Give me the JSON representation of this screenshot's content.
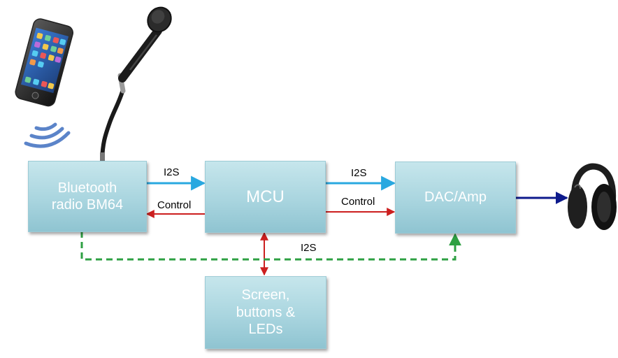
{
  "blocks": {
    "bluetooth": "Bluetooth\nradio BM64",
    "mcu": "MCU",
    "dac_amp": "DAC/Amp",
    "screen": "Screen,\nbuttons  &\nLEDs"
  },
  "connections": {
    "bt_to_mcu": "I2S",
    "mcu_to_bt": "Control",
    "mcu_to_dac": "I2S",
    "mcu_to_dac_control": "Control",
    "bt_to_dac_bypass": "I2S"
  },
  "colors": {
    "i2s_arrow": "#29a8e0",
    "control_arrow": "#cc1f1f",
    "bypass_arrow": "#2ea043",
    "output_arrow": "#0d1a8c",
    "wifi_arcs": "#5b84c9"
  },
  "icons": {
    "phone": "smartphone-icon",
    "microphone": "microphone-icon",
    "wireless": "wireless-signal-icon",
    "headphones": "headphones-icon"
  }
}
